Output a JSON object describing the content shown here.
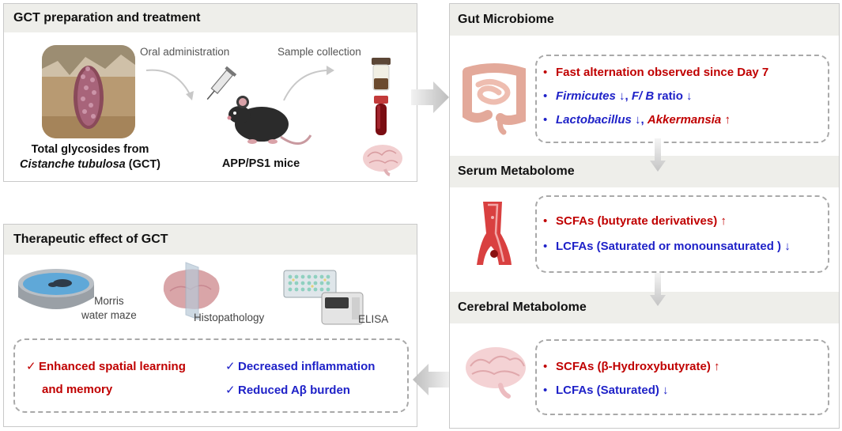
{
  "prep": {
    "title": "GCT preparation and treatment",
    "oral_label": "Oral administration",
    "sample_label": "Sample collection",
    "plant_caption_line1": "Total glycosides from",
    "plant_caption_species": "Cistanche tubulosa",
    "plant_caption_abbrev": " (GCT)",
    "mice_caption": "APP/PS1 mice"
  },
  "therapeutic": {
    "title": "Therapeutic effect of GCT",
    "morris_line1": "Morris",
    "morris_line2": "water maze",
    "histo_label": "Histopathology",
    "elisa_label": "ELISA",
    "effects_left_line1": "Enhanced spatial  learning",
    "effects_left_line2": "and memory",
    "effects_right_1": "Decreased inflammation",
    "effects_right_2": "Reduced Aβ burden",
    "check": "✓"
  },
  "gut": {
    "title": "Gut Microbiome",
    "item1": "Fast alternation observed since Day 7",
    "item2_genus": "Firmicutes",
    "item2_arrow": " ↓,  ",
    "item2_ratio": "F/ B",
    "item2_rest": " ratio ↓",
    "item3_genus": "Lactobacillus",
    "item3_arrow": " ↓, ",
    "item3_genus2": "Akkermansia",
    "item3_arrow2": " ↑"
  },
  "serum": {
    "title": "Serum Metabolome",
    "item1": "SCFAs (butyrate derivatives) ↑",
    "item2": "LCFAs (Saturated or monounsaturated ) ↓"
  },
  "cerebral": {
    "title": "Cerebral Metabolome",
    "item1": "SCFAs (β-Hydroxybutyrate) ↑",
    "item2": "LCFAs (Saturated) ↓"
  },
  "bullet": "•",
  "colors": {
    "red": "#c00000",
    "blue": "#1f22c8",
    "header_bg": "#eeeeea",
    "border": "#c9c9c9"
  }
}
